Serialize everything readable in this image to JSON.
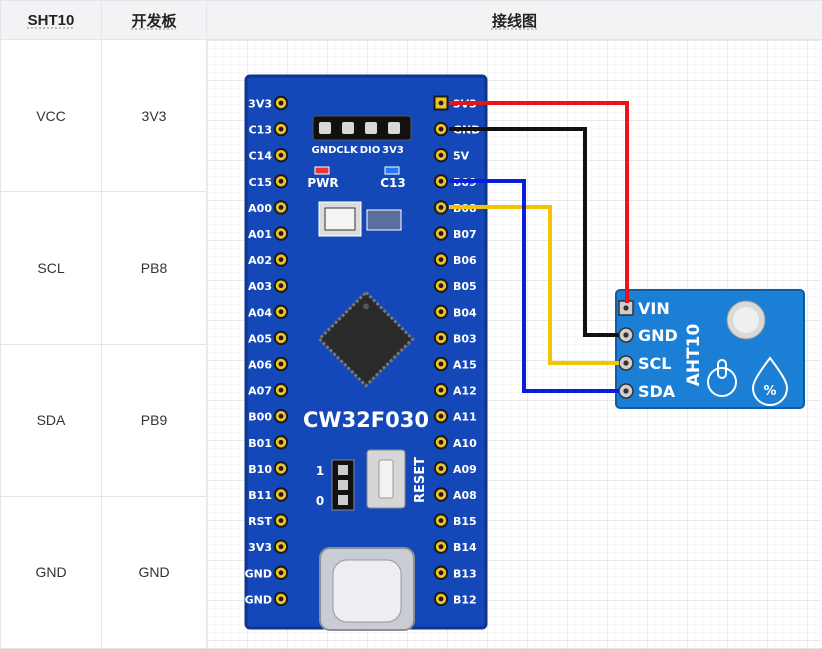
{
  "table": {
    "headers": [
      "SHT10",
      "开发板",
      "接线图"
    ],
    "rows": [
      {
        "sensor": "VCC",
        "board": "3V3"
      },
      {
        "sensor": "SCL",
        "board": "PB8"
      },
      {
        "sensor": "SDA",
        "board": "PB9"
      },
      {
        "sensor": "GND",
        "board": "GND"
      }
    ]
  },
  "diagram": {
    "board": {
      "name": "CW32F030",
      "left_pins": [
        "3V3",
        "C13",
        "C14",
        "C15",
        "A00",
        "A01",
        "A02",
        "A03",
        "A04",
        "A05",
        "A06",
        "A07",
        "B00",
        "B01",
        "B10",
        "B11",
        "RST",
        "3V3",
        "GND",
        "GND"
      ],
      "right_pins": [
        "3V3",
        "GND",
        "5V",
        "B09",
        "B08",
        "B07",
        "B06",
        "B05",
        "B04",
        "B03",
        "A15",
        "A12",
        "A11",
        "A10",
        "A09",
        "A08",
        "B15",
        "B14",
        "B13",
        "B12"
      ],
      "header_labels": [
        "GND",
        "CLK",
        "DIO",
        "3V3"
      ],
      "pwr_label": "PWR",
      "led_label": "C13",
      "reset_label": "RESET",
      "jumper_labels": [
        "1",
        "0"
      ]
    },
    "sensor": {
      "name": "AHT10",
      "pins": [
        "VIN",
        "GND",
        "SCL",
        "SDA"
      ],
      "symbol": "%"
    },
    "wire_colors": {
      "vin": "#e8141c",
      "gnd": "#111111",
      "scl": "#f5c400",
      "sda": "#0a1edc"
    },
    "colors": {
      "pcb": "#1448b8",
      "pcb_edge": "#0d3590",
      "pad": "#f0c22a",
      "sensor_pcb": "#1c7fd6",
      "grid": "#e4e4e4"
    }
  }
}
